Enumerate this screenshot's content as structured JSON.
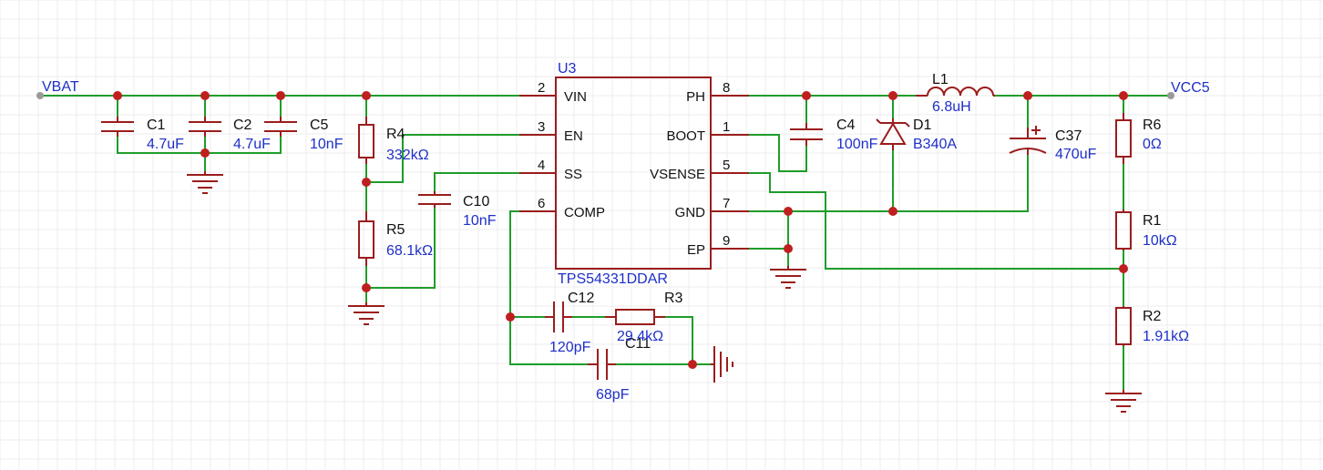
{
  "nets": {
    "input": "VBAT",
    "output": "VCC5"
  },
  "ic": {
    "designator": "U3",
    "part": "TPS54331DDAR",
    "pins_left": [
      {
        "num": "2",
        "name": "VIN"
      },
      {
        "num": "3",
        "name": "EN"
      },
      {
        "num": "4",
        "name": "SS"
      },
      {
        "num": "6",
        "name": "COMP"
      }
    ],
    "pins_right": [
      {
        "num": "8",
        "name": "PH"
      },
      {
        "num": "1",
        "name": "BOOT"
      },
      {
        "num": "5",
        "name": "VSENSE"
      },
      {
        "num": "7",
        "name": "GND"
      },
      {
        "num": "9",
        "name": "EP"
      }
    ]
  },
  "components": {
    "C1": {
      "ref": "C1",
      "value": "4.7uF"
    },
    "C2": {
      "ref": "C2",
      "value": "4.7uF"
    },
    "C5": {
      "ref": "C5",
      "value": "10nF"
    },
    "R4": {
      "ref": "R4",
      "value": "332kΩ"
    },
    "R5": {
      "ref": "R5",
      "value": "68.1kΩ"
    },
    "C10": {
      "ref": "C10",
      "value": "10nF"
    },
    "C12": {
      "ref": "C12",
      "value": "120pF"
    },
    "R3": {
      "ref": "R3",
      "value": "29.4kΩ"
    },
    "C11": {
      "ref": "C11",
      "value": "68pF"
    },
    "C4": {
      "ref": "C4",
      "value": "100nF"
    },
    "D1": {
      "ref": "D1",
      "value": "B340A"
    },
    "L1": {
      "ref": "L1",
      "value": "6.8uH"
    },
    "C37": {
      "ref": "C37",
      "value": "470uF"
    },
    "R6": {
      "ref": "R6",
      "value": "0Ω"
    },
    "R1": {
      "ref": "R1",
      "value": "10kΩ"
    },
    "R2": {
      "ref": "R2",
      "value": "1.91kΩ"
    }
  },
  "colors": {
    "wire": "#1f9d2a",
    "symbol": "#9b1d1d",
    "label": "#1e2fc8",
    "junction": "#c01f1f"
  }
}
